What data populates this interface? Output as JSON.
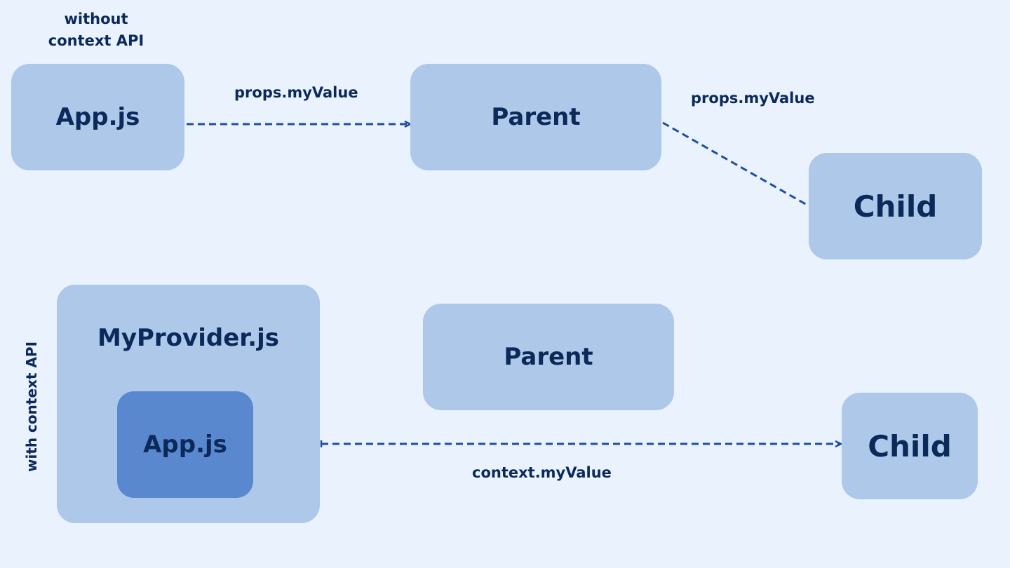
{
  "top": {
    "section_label_line1": "without",
    "section_label_line2": "context API",
    "app": "App.js",
    "parent": "Parent",
    "child": "Child",
    "edge_app_parent": "props.myValue",
    "edge_parent_child": "props.myValue"
  },
  "bottom": {
    "section_label": "with context API",
    "provider": "MyProvider.js",
    "app": "App.js",
    "parent": "Parent",
    "child": "Child",
    "edge_app_child": "context.myValue"
  },
  "colors": {
    "background": "#e9f2fd",
    "box": "#aec8ea",
    "inner_box": "#5a88cf",
    "text": "#0b2a5a",
    "arrow": "#1e4fa3"
  }
}
